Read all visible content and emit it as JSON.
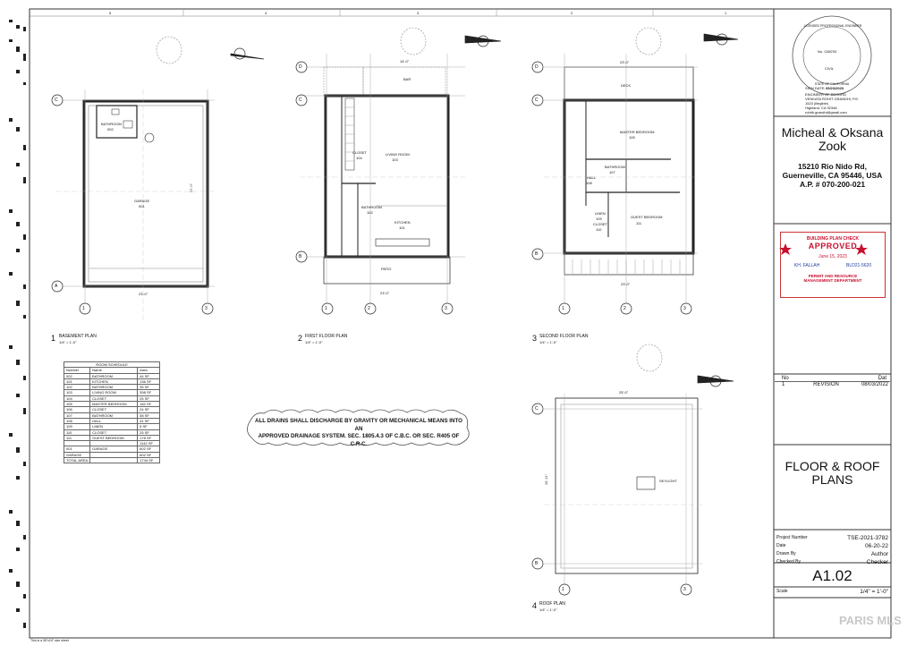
{
  "sheet_grid": {
    "columns": [
      "5",
      "4",
      "3",
      "2",
      "1"
    ]
  },
  "plans": [
    {
      "num": "1",
      "title": "BASEMENT PLAN",
      "scale": "1/4\" = 1'-0\""
    },
    {
      "num": "2",
      "title": "FIRST FLOOR PLAN",
      "scale": "1/4\" = 1'-0\""
    },
    {
      "num": "3",
      "title": "SECOND FLOOR PLAN",
      "scale": "1/4\" = 1'-0\""
    },
    {
      "num": "4",
      "title": "ROOF PLAN",
      "scale": "1/4\" = 1'-0\""
    }
  ],
  "room_labels": {
    "garage": "GARAGE",
    "garage_num": "001",
    "bathroom": "BATHROOM",
    "bathroom_num": "002",
    "living_room": "LIVING ROOM",
    "living_room_num": "103",
    "closet": "CLOSET",
    "closet_num": "104",
    "bath_1": "BATHROOM",
    "bath_1_num": "102",
    "kitchen": "KITCHEN",
    "kitchen_num": "101",
    "patio": "PATIO",
    "deck": "DECK",
    "master": "MASTER BEDROOM",
    "master_num": "105",
    "guest": "GUEST BEDROOM",
    "guest_num": "111",
    "linen": "LINEN",
    "linen_num": "109",
    "closet2": "CLOSET",
    "closet2_num": "110",
    "bath_2": "BATHROOM",
    "bath_2_num": "107",
    "hall": "HALL",
    "hall_num": "108",
    "skylight": "SKYLIGHT",
    "bar": "BAR"
  },
  "dims": {
    "bsmt_w": "23'-0\"",
    "bsmt_h": "22'-0\"",
    "ff_w": "23'-0\"",
    "ff_top": "14'-0\"",
    "sf_w": "23'-0\"",
    "sf_top": "23'-0\"",
    "roof_w": "25'-0\"",
    "roof_h": "28'-11\""
  },
  "room_schedule": {
    "title": "ROOM SCHEDULE",
    "headers": [
      "Number",
      "Name",
      "Area"
    ],
    "rows": [
      [
        "002",
        "BATHROOM",
        "44 SF"
      ],
      [
        "101",
        "KITCHEN",
        "136 SF"
      ],
      [
        "102",
        "BATHROOM",
        "35 SF"
      ],
      [
        "103",
        "LIVING ROOM",
        "398 SF"
      ],
      [
        "104",
        "CLOSET",
        "25 SF"
      ],
      [
        "105",
        "MASTER BEDROOM",
        "182 SF"
      ],
      [
        "106",
        "CLOSET",
        "24 SF"
      ],
      [
        "107",
        "BATHROOM",
        "58 SF"
      ],
      [
        "108",
        "HALL",
        "31 SF"
      ],
      [
        "109",
        "LINEN",
        "5 SF"
      ],
      [
        "110",
        "CLOSET",
        "25 SF"
      ],
      [
        "111",
        "GUEST BEDROOM",
        "178 SF"
      ],
      [
        "",
        "",
        "1142 SF"
      ],
      [
        "001",
        "GARAGE",
        "602 SF"
      ],
      [
        "GARAGE",
        "",
        "602 SF"
      ],
      [
        "TOTAL AREA",
        "",
        "1744 SF"
      ]
    ]
  },
  "drain_note": {
    "line1": "ALL DRAINS SHALL DISCHARGE BY GRAVITY OR MECHANICAL MEANS INTO AN",
    "line2": "APPROVED DRAINAGE SYSTEM. SEC. 1805.4.3 OF C.B.C. OR SEC. R405 OF C.R.C."
  },
  "title_block": {
    "seal": {
      "ring_top": "LICENSED PROFESSIONAL ENGINEER",
      "ring_bottom": "STATE OF CALIFORNIA",
      "no": "No. C88700",
      "civil": "CIVIL",
      "sign_date_label": "SIGN DATE:",
      "sign_date": "05/23/2023"
    },
    "engineer": [
      "ENGINEER OF RECORD",
      "VENKATA ROHIT GRANDHI, P.E.",
      "1523 (illegible)",
      "Highland, CA 92346",
      "rohith.grandhi@gmail.com"
    ],
    "owner_line1": "Micheal & Oksana",
    "owner_line2": "Zook",
    "address1": "15210 Rio Nido Rd,",
    "address2": "Guerneville, CA 95446, USA",
    "apn": "A.P. # 070-200-021",
    "stamp": {
      "header": "BUILDING PLAN CHECK",
      "status": "APPROVED",
      "date": "June 15, 2023",
      "reviewer": "KH. FALLAH",
      "permit": "BLD21-5620",
      "dept1": "PERMIT AND RESOURCE",
      "dept2": "MANAGEMENT DEPARTMENT",
      "color": "#c8102e"
    },
    "revision_headers": [
      "No",
      "",
      "Dat"
    ],
    "revision_row": [
      "1",
      "REVISION",
      "08/03/2022"
    ],
    "sheet_title1": "FLOOR & ROOF",
    "sheet_title2": "PLANS",
    "fields": [
      {
        "label": "Project Number",
        "value": "TSE-2021-3782"
      },
      {
        "label": "Date",
        "value": "06-20-22"
      },
      {
        "label": "Drawn By",
        "value": "Author"
      },
      {
        "label": "Checked By",
        "value": "Checker"
      }
    ],
    "sheet_number": "A1.02",
    "scale_label": "Scale",
    "scale_value": "1/4\" = 1'-0\""
  },
  "footer_note": "This is a 36\"x24\" size sheet",
  "watermark": "PARIS MLS"
}
